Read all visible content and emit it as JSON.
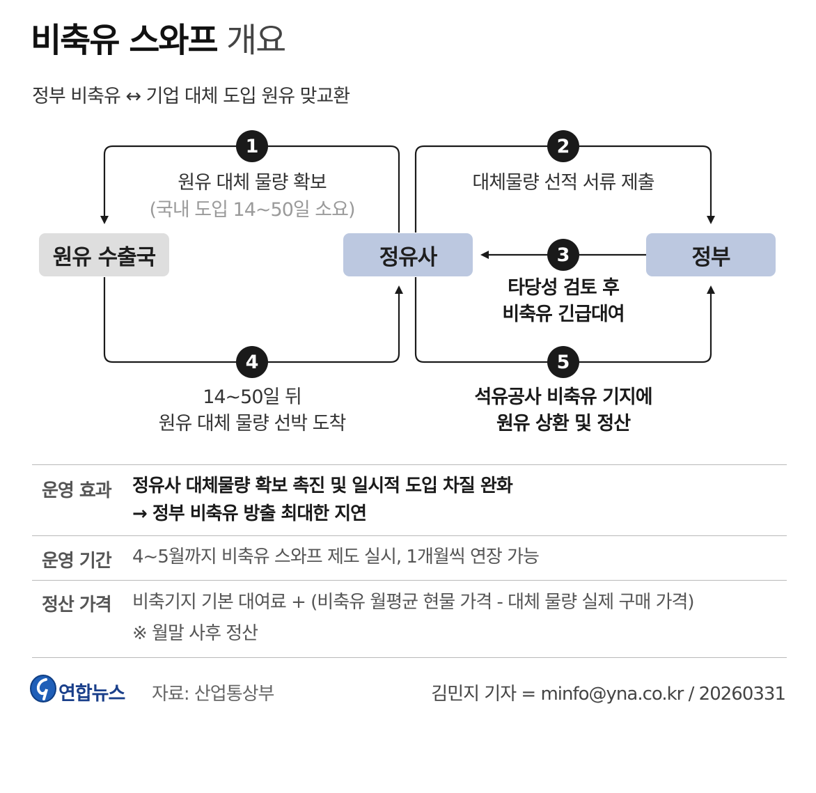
{
  "title": {
    "bold": "비축유 스와프",
    "light": "개요"
  },
  "subtitle": "정부 비축유 ↔ 기업 대체 도입 원유 맞교환",
  "nodes": {
    "exporter": "원유 수출국",
    "refiner": "정유사",
    "government": "정부"
  },
  "steps": [
    {
      "number": "1",
      "line1": "원유 대체 물량 확보",
      "line2": "(국내 도입 14~50일 소요)"
    },
    {
      "number": "2",
      "line1": "대체물량 선적 서류 제출"
    },
    {
      "number": "3",
      "line1": "타당성 검토 후",
      "line2": "비축유 긴급대여"
    },
    {
      "number": "4",
      "line1": "14~50일 뒤",
      "line2": "원유 대체 물량 선박 도착"
    },
    {
      "number": "5",
      "line1": "석유공사 비축유 기지에",
      "line2": "원유 상환 및 정산"
    }
  ],
  "table": {
    "effect": {
      "label": "운영 효과",
      "line1": "정유사 대체물량 확보 촉진 및 일시적 도입 차질 완화",
      "line2": "→ 정부 비축유 방출 최대한 지연"
    },
    "period": {
      "label": "운영 기간",
      "text": "4~5월까지 비축유 스와프 제도 실시, 1개월씩 연장 가능"
    },
    "price": {
      "label": "정산 가격",
      "line1": "비축기지 기본 대여료 + (비축유 월평균 현물 가격 - 대체 물량 실제 구매 가격)",
      "line2": "※ 월말 사후 정산"
    }
  },
  "footer": {
    "logo": "연합뉴스",
    "source": "자료: 산업통상부",
    "credit": "김민지 기자 = minfo@yna.co.kr / 20260331"
  },
  "colors": {
    "node_gray": "#dedede",
    "node_blue": "#bcc8e0",
    "badge": "#1a1a1a",
    "logo": "#1a3f8a"
  }
}
